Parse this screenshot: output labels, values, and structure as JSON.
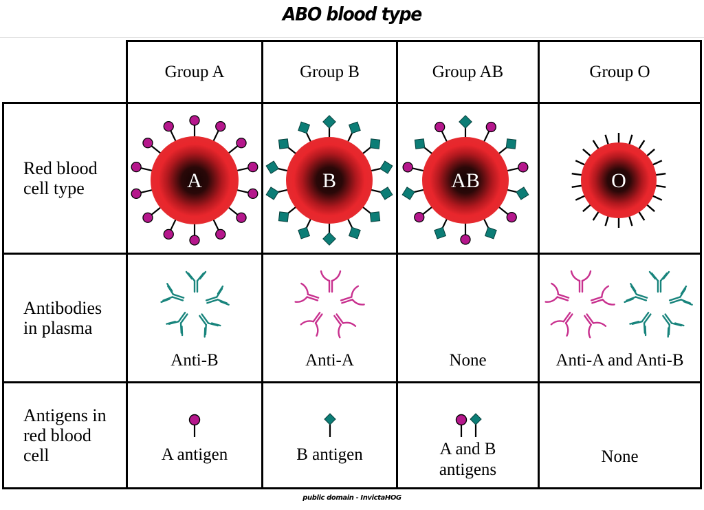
{
  "title": "ABO blood type",
  "footer": "public domain - InvictaHOG",
  "columns": [
    "Group A",
    "Group B",
    "Group AB",
    "Group O"
  ],
  "rows": {
    "cell_type": [
      "Red blood",
      "cell type"
    ],
    "antibodies": [
      "Antibodies",
      "in plasma"
    ],
    "antigens": [
      "Antigens in",
      "red blood",
      "cell"
    ]
  },
  "cell_letters": [
    "A",
    "B",
    "AB",
    "O"
  ],
  "antibody_labels": [
    "Anti-B",
    "Anti-A",
    "None",
    "Anti-A and Anti-B"
  ],
  "antigen_labels": {
    "a": "A antigen",
    "b": "B antigen",
    "ab_line1": "A and B",
    "ab_line2": "antigens",
    "o": "None"
  },
  "colors": {
    "antigen_a": "#b5178c",
    "antigen_b": "#0c7d76",
    "antibody_anti_a": "#c8308e",
    "antibody_anti_b": "#18847c",
    "cell_red": "#e8262c",
    "cell_dark": "#1a0606"
  }
}
